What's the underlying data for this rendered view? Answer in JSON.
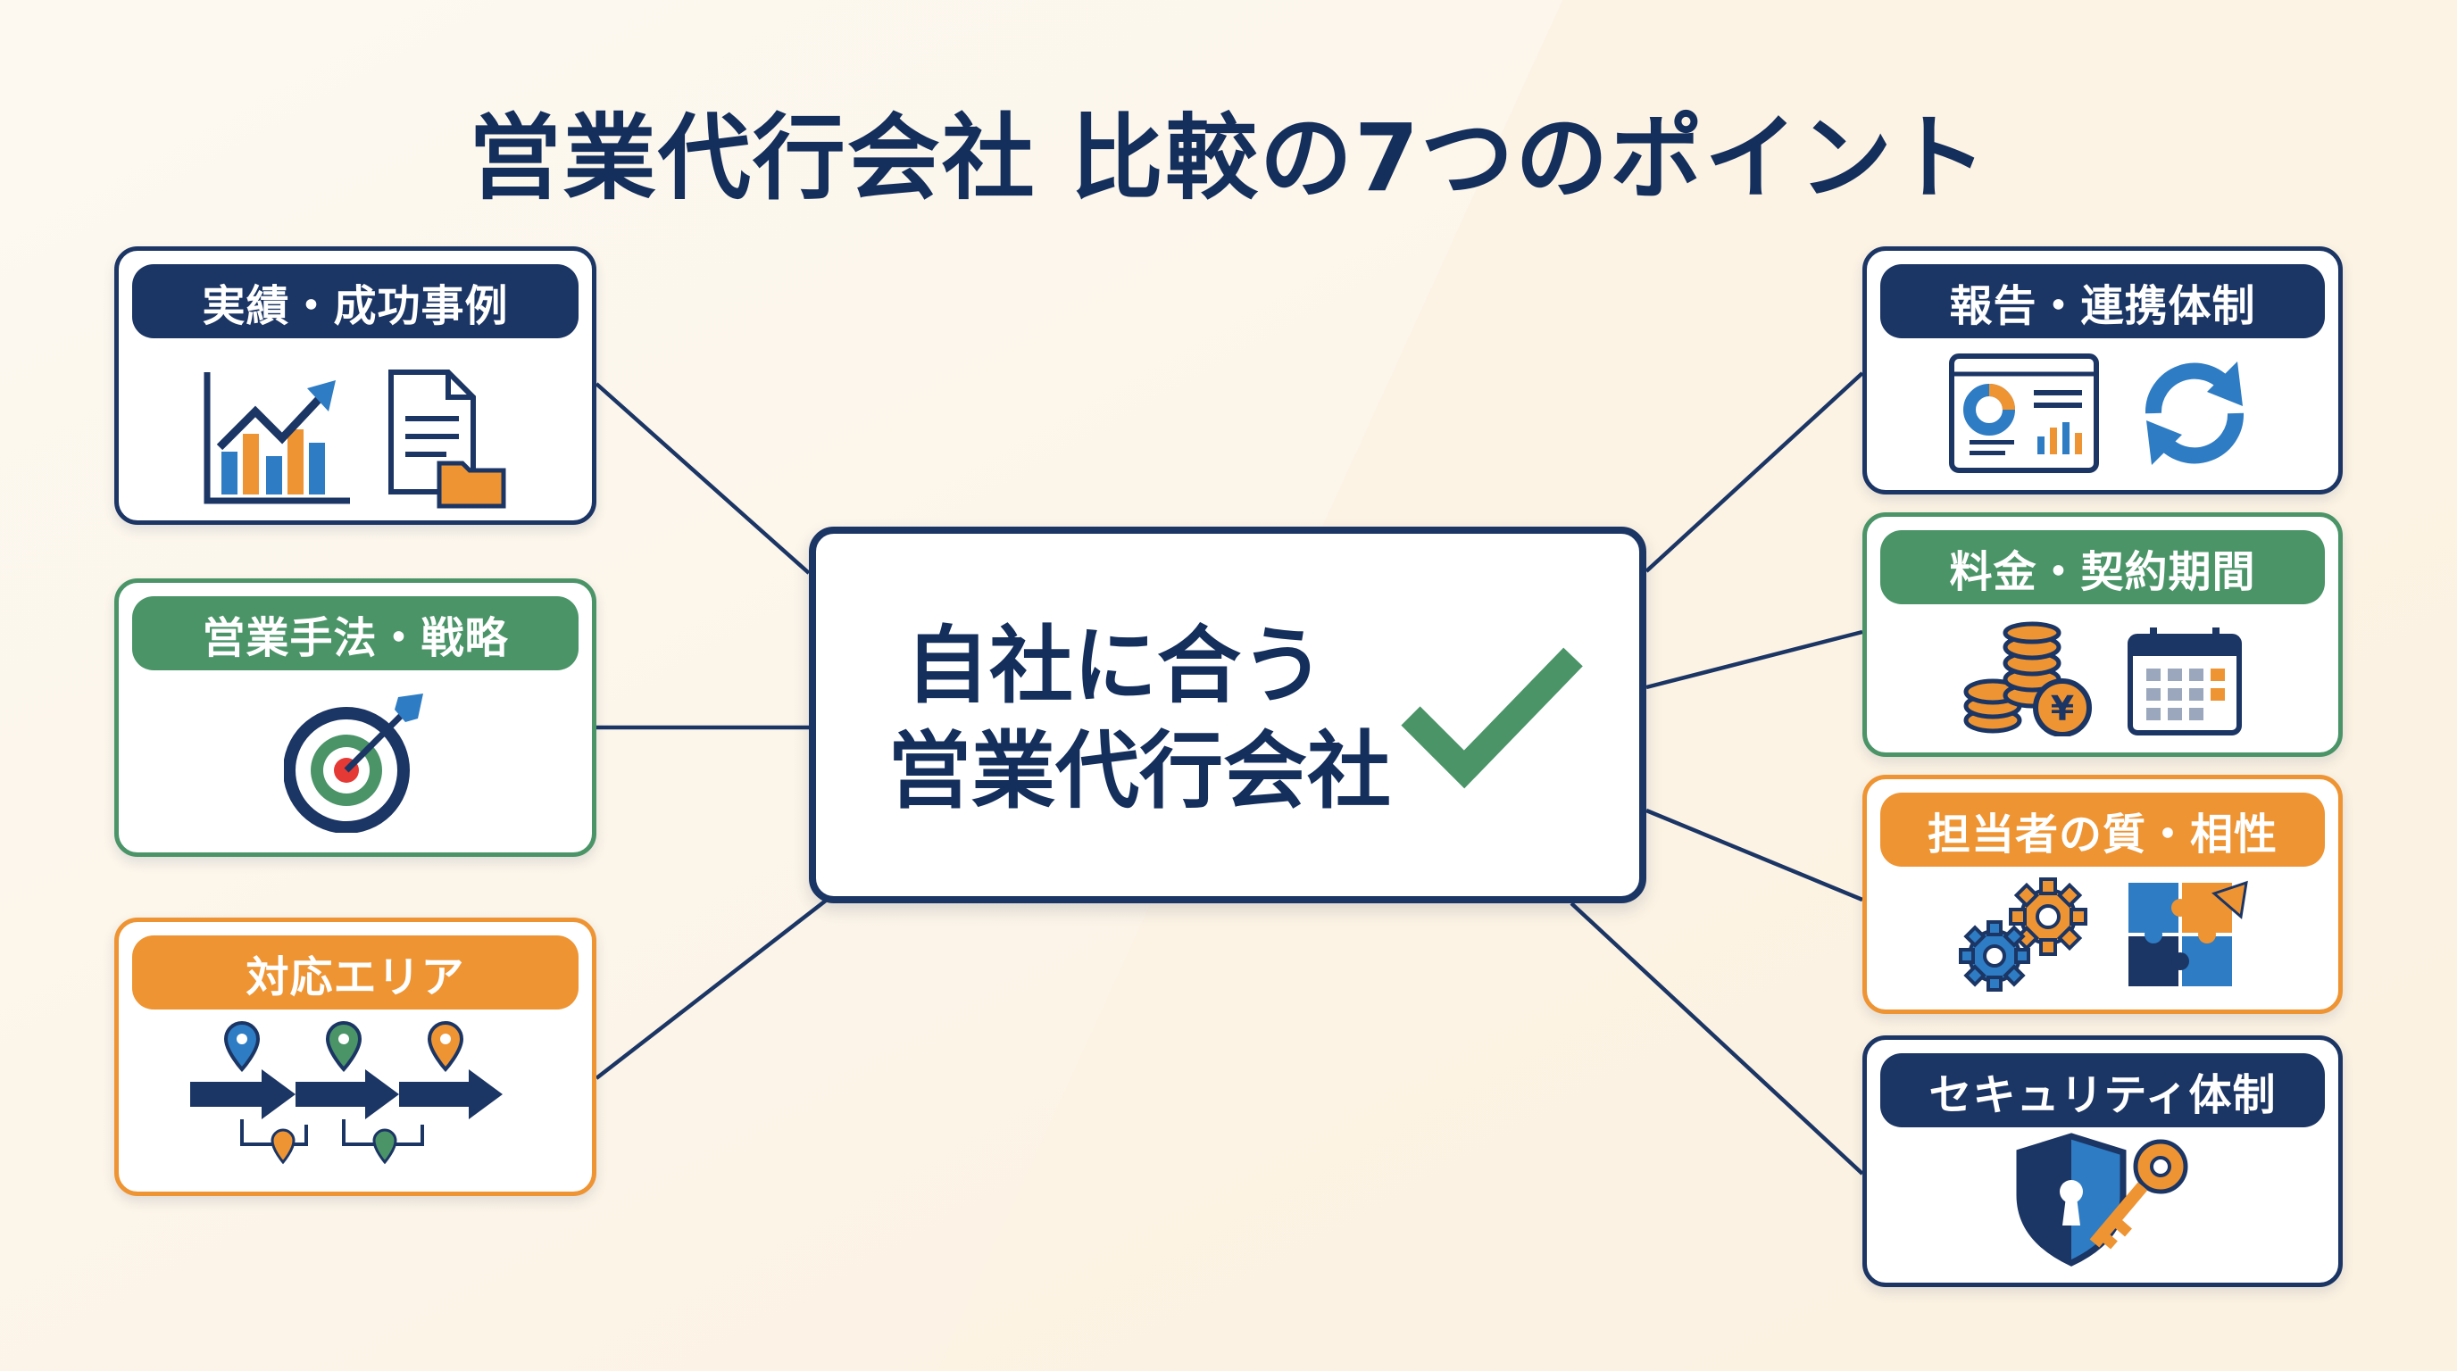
{
  "title": "営業代行会社 比較の7つのポイント",
  "center": {
    "line1": "自社に合う",
    "line2": "営業代行会社"
  },
  "left_points": [
    {
      "label": "実績・成功事例",
      "icons": [
        "growth-chart-icon",
        "document-folder-icon"
      ]
    },
    {
      "label": "営業手法・戦略",
      "icons": [
        "target-arrow-icon"
      ]
    },
    {
      "label": "対応エリア",
      "icons": [
        "location-route-icon"
      ]
    }
  ],
  "right_points": [
    {
      "label": "報告・連携体制",
      "icons": [
        "dashboard-report-icon",
        "sync-icon"
      ]
    },
    {
      "label": "料金・契約期間",
      "icons": [
        "yen-coins-icon",
        "calendar-icon"
      ]
    },
    {
      "label": "担当者の質・相性",
      "icons": [
        "gears-icon",
        "puzzle-icon"
      ]
    },
    {
      "label": "セキュリティ体制",
      "icons": [
        "shield-key-icon"
      ]
    }
  ],
  "colors": {
    "navy": "#1b3564",
    "green": "#4a9468",
    "orange": "#ee9433",
    "blue": "#2e7cc4"
  }
}
